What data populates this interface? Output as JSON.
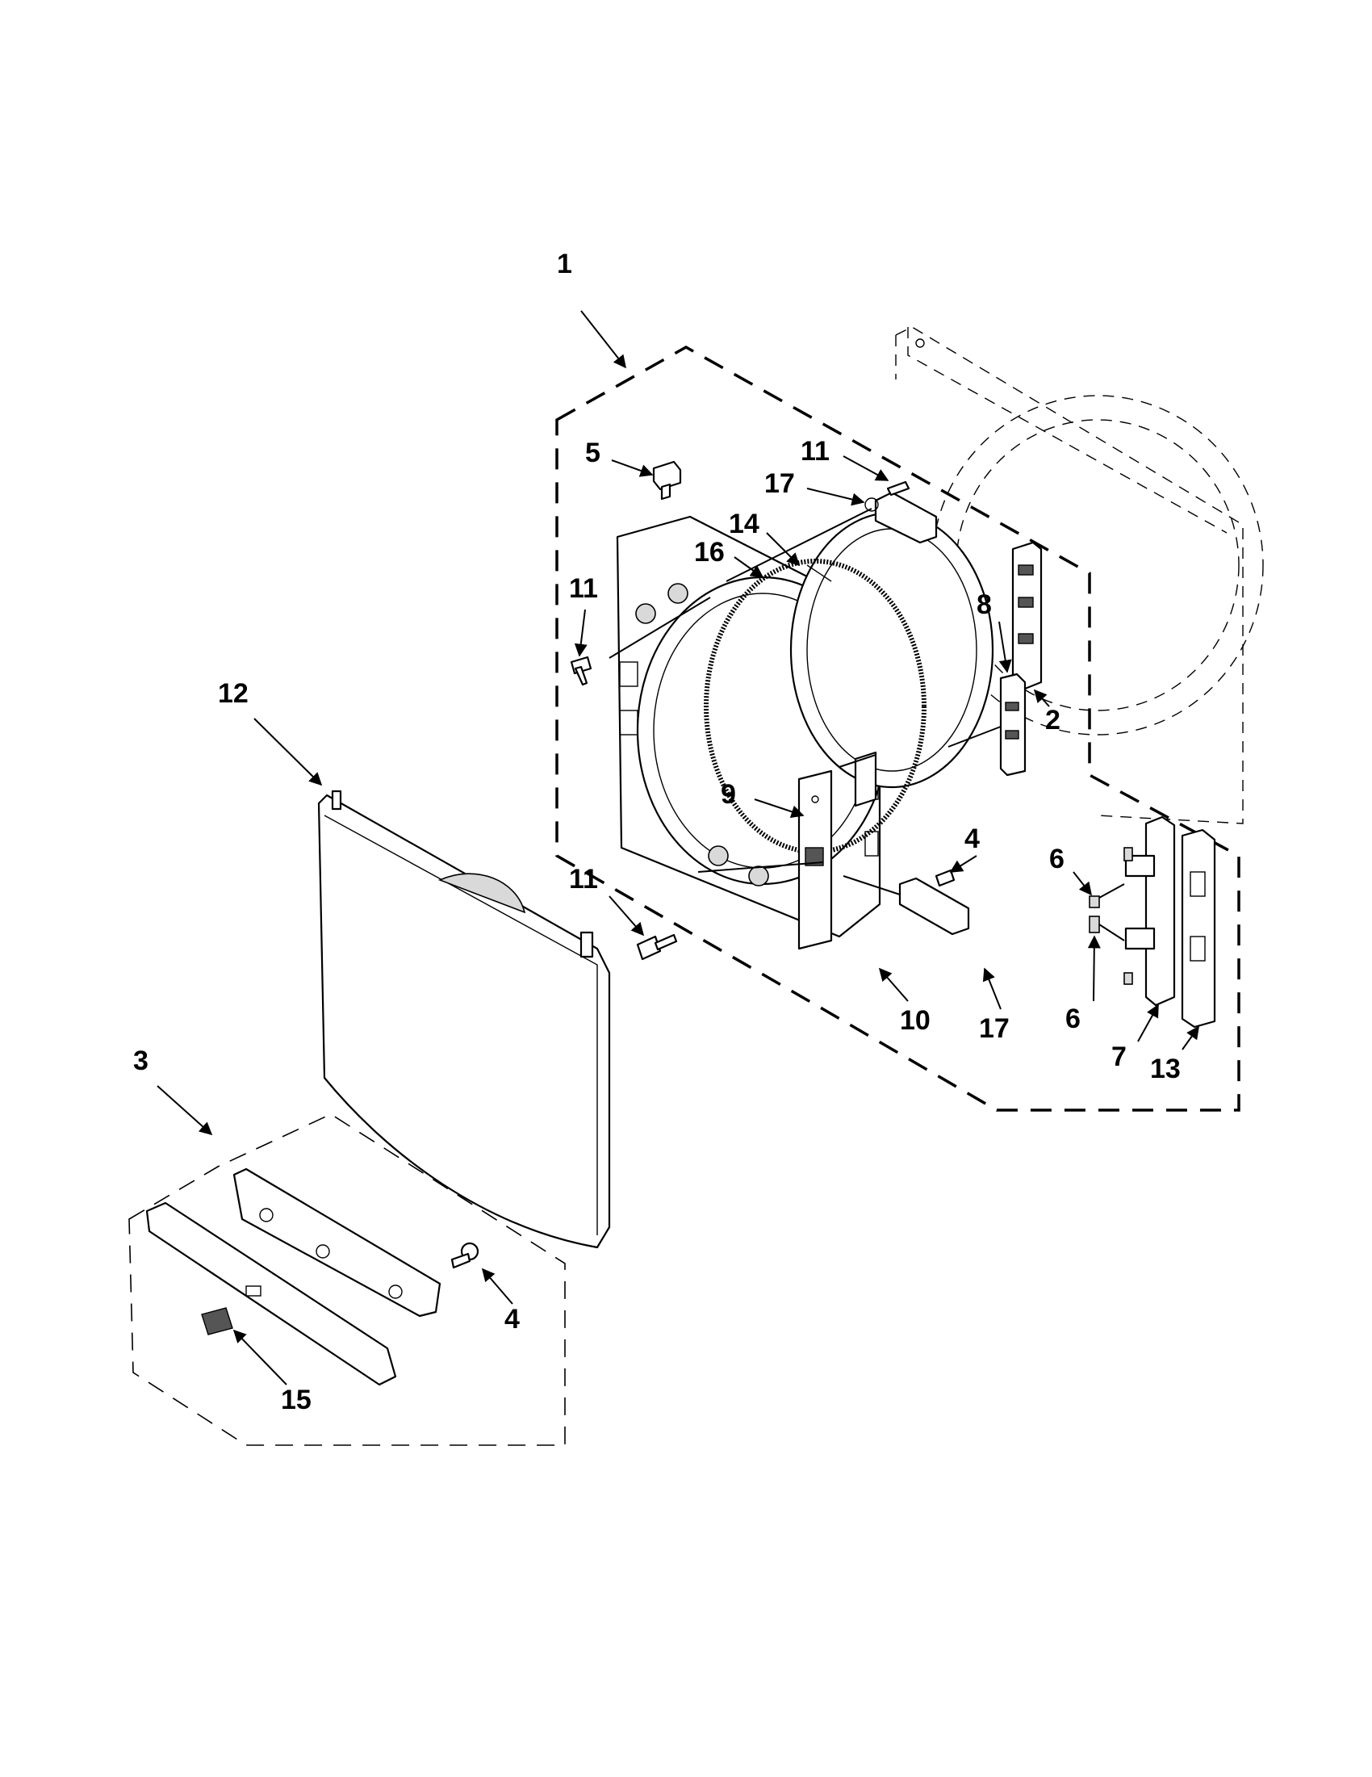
{
  "diagram": {
    "callouts": {
      "c1": "1",
      "c2": "2",
      "c3": "3",
      "c4_upper": "4",
      "c4_lower": "4",
      "c5": "5",
      "c6_upper": "6",
      "c6_lower": "6",
      "c7": "7",
      "c8": "8",
      "c9": "9",
      "c10": "10",
      "c11_top": "11",
      "c11_left": "11",
      "c11_bottom": "11",
      "c12": "12",
      "c13": "13",
      "c14": "14",
      "c15": "15",
      "c16": "16",
      "c17_top": "17",
      "c17_bottom": "17"
    }
  }
}
